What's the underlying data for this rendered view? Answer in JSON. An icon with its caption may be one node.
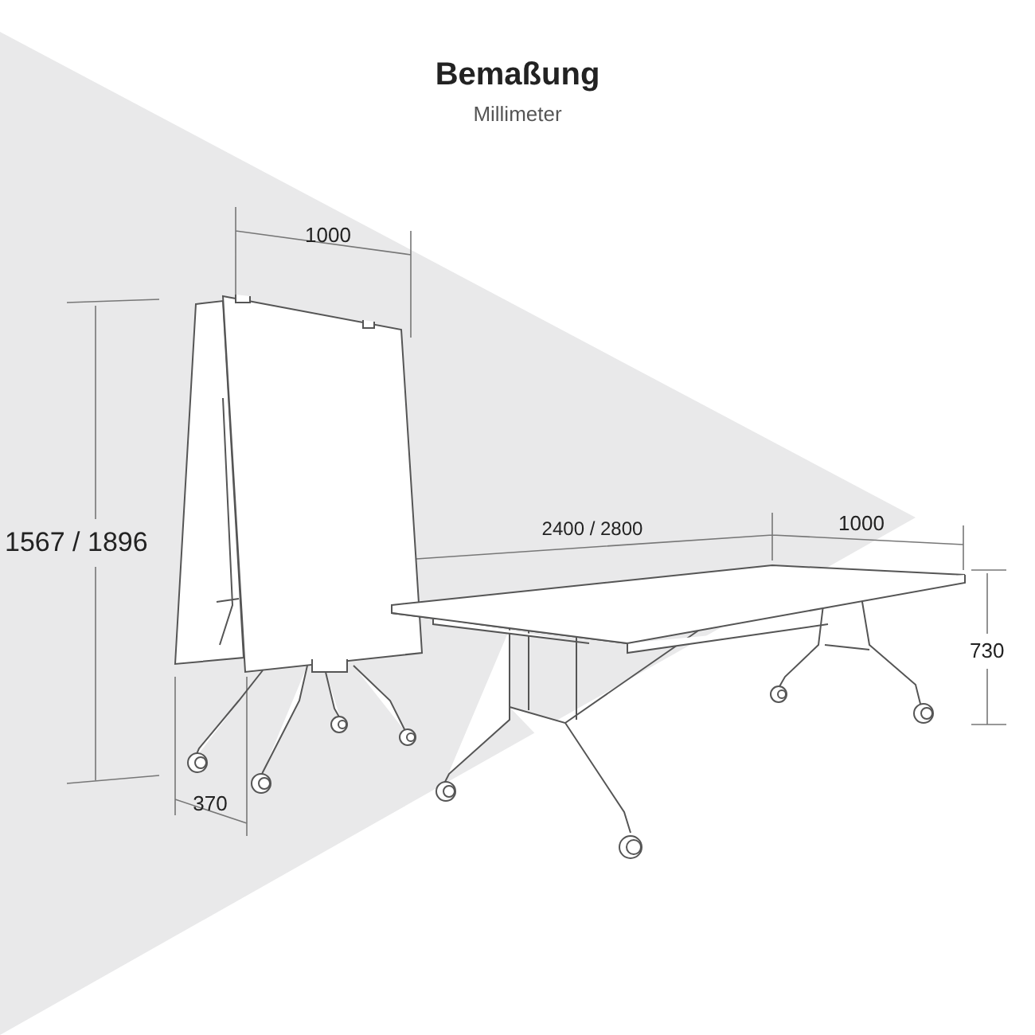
{
  "diagram": {
    "title": "Bemaßung",
    "labels": [
      "Millimeter",
      "1000",
      "1567 / 1896",
      "370",
      "2400 / 2800",
      "1000",
      "730"
    ]
  }
}
